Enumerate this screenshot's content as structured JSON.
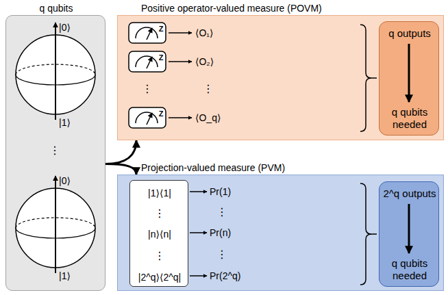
{
  "diagram": {
    "nodes": [
      {
        "text": [
          "q qubits"
        ]
      },
      {
        "text": [
          "|0⟩",
          "|1⟩"
        ],
        "in": 0
      },
      {
        "text": [
          "|0⟩",
          "|1⟩"
        ],
        "in": 0
      },
      {
        "text": [
          "Positive operator-valued measure (POVM)"
        ]
      },
      {
        "text": [
          "q outputs",
          "q qubits needed"
        ],
        "in": 3
      },
      {
        "text": [
          "Projection-valued measure (PVM)"
        ]
      },
      {
        "text": [
          "|1⟩⟨1|",
          "⋮",
          "|n⟩⟨n|",
          "⋮",
          "|2^q⟩⟨2^q|"
        ],
        "in": 5
      },
      {
        "text": [
          "2^q outputs",
          "q qubits needed"
        ],
        "in": 5
      }
    ],
    "edges": [
      {
        "from": 0,
        "to": 3,
        "arrow": "to"
      },
      {
        "from": 0,
        "to": 5,
        "arrow": "to"
      }
    ],
    "labels": [
      "Z",
      "Z",
      "Z",
      "⋮",
      "⟨O₁⟩",
      "⟨O₂⟩",
      "⋮",
      "⟨O_q⟩",
      "⋮",
      "Pr(1)",
      "⋮",
      "Pr(n)",
      "⋮",
      "Pr(2^q)"
    ]
  }
}
